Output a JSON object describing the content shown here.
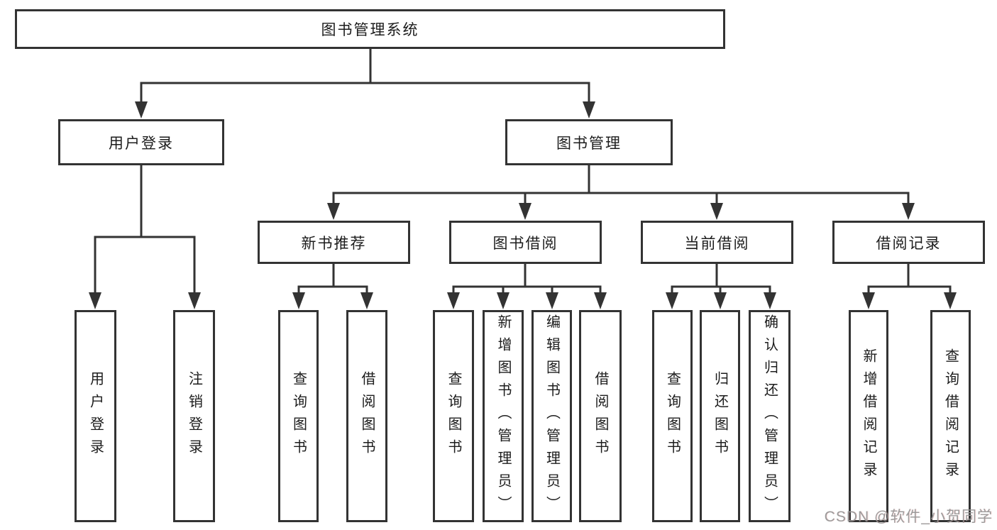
{
  "diagram": {
    "root": "图书管理系统",
    "children": [
      {
        "label": "用户登录",
        "children": [
          "用户登录",
          "注销登录"
        ]
      },
      {
        "label": "图书管理",
        "children": [
          {
            "label": "新书推荐",
            "children": [
              "查询图书",
              "借阅图书"
            ]
          },
          {
            "label": "图书借阅",
            "children": [
              "查询图书",
              "新增图书（管理员）",
              "编辑图书（管理员）",
              "借阅图书"
            ]
          },
          {
            "label": "当前借阅",
            "children": [
              "查询图书",
              "归还图书",
              "确认归还（管理员）"
            ]
          },
          {
            "label": "借阅记录",
            "children": [
              "新增借阅记录",
              "查询借阅记录"
            ]
          }
        ]
      }
    ]
  },
  "watermark": {
    "text": "CSDN @软件_小贺同学"
  },
  "colors": {
    "line": "#333333",
    "box_border": "#333333",
    "box_fill": "#ffffff",
    "text": "#1c1c1c",
    "watermark": "#949494"
  }
}
